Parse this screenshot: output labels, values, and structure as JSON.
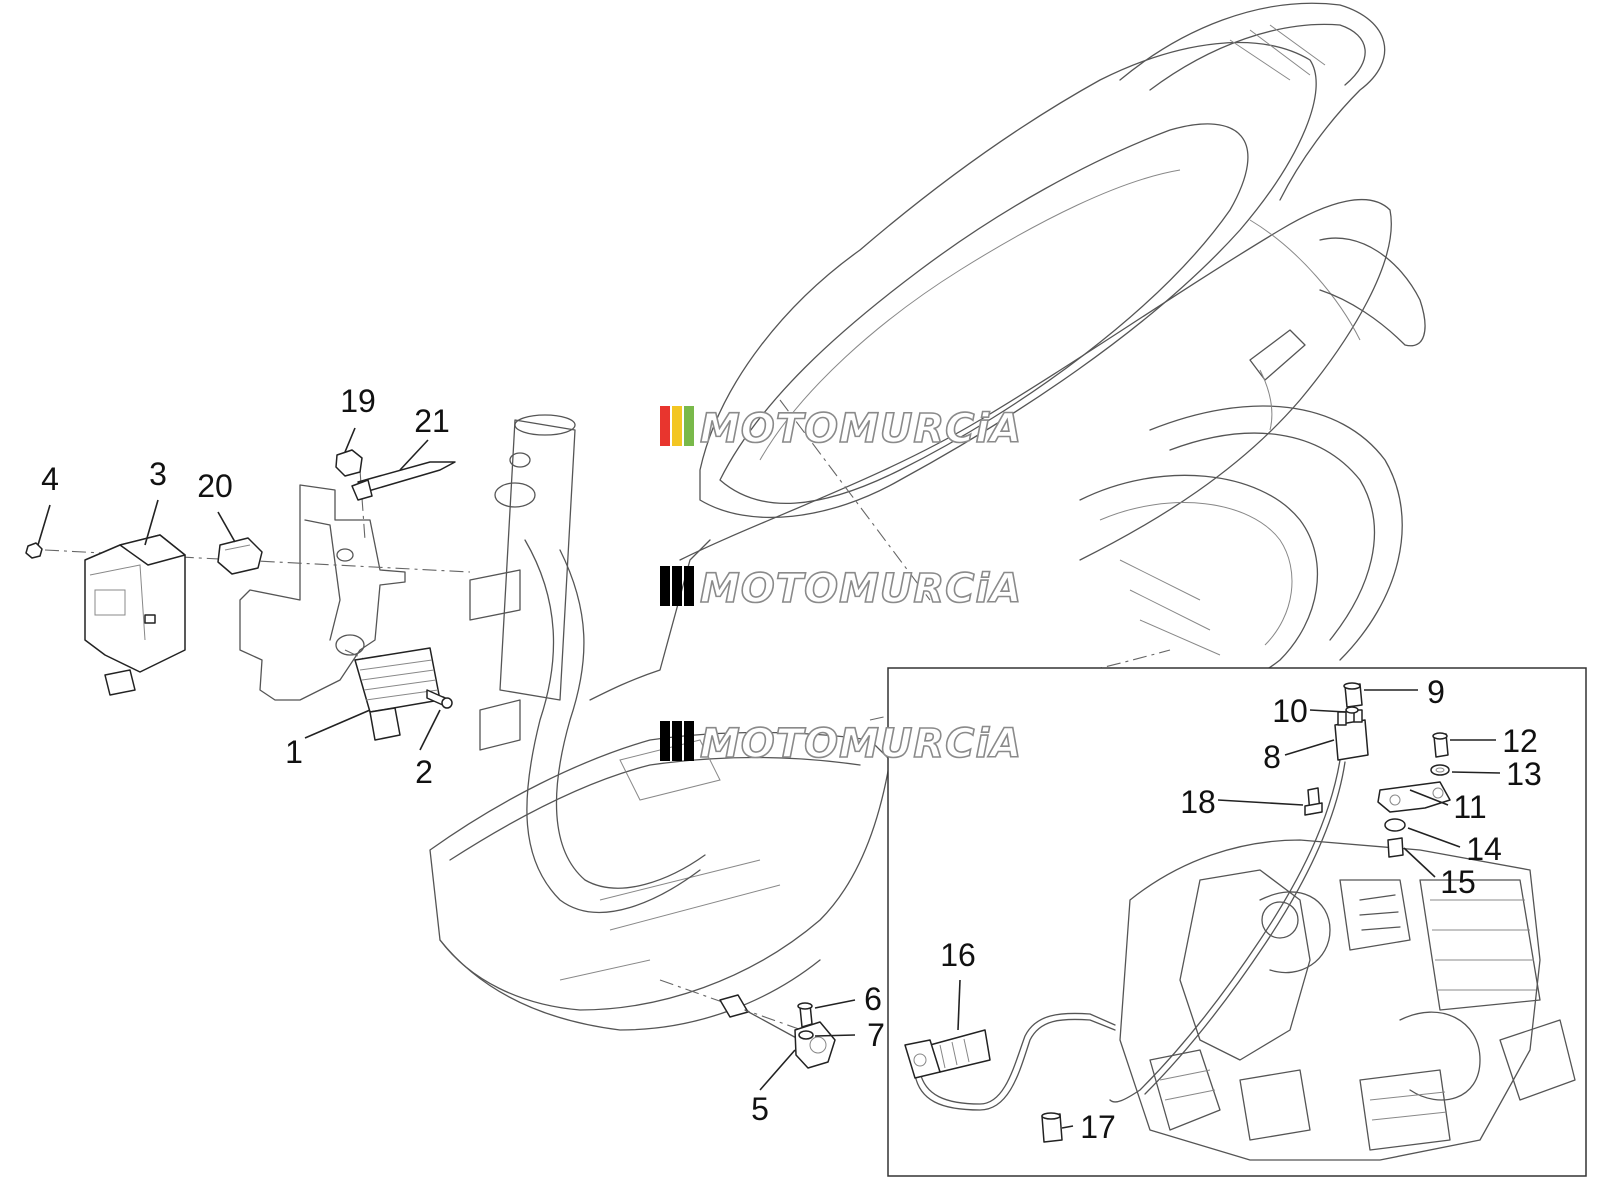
{
  "watermarks": [
    {
      "text": "MOTOMURCiA",
      "flag": [
        "#e8352e",
        "#f3c623",
        "#79b94a"
      ]
    },
    {
      "text": "MOTOMURCiA",
      "flag": [
        "#e8352e",
        "#f3c623",
        "#79b94a"
      ]
    },
    {
      "text": "MOTOMURCiA",
      "flag": [
        "#e8352e",
        "#f3c623",
        "#79b94a"
      ]
    }
  ],
  "callouts": {
    "c1": "1",
    "c2": "2",
    "c3": "3",
    "c4": "4",
    "c5": "5",
    "c6": "6",
    "c7": "7",
    "c8": "8",
    "c9": "9",
    "c10": "10",
    "c11": "11",
    "c12": "12",
    "c13": "13",
    "c14": "14",
    "c15": "15",
    "c16": "16",
    "c17": "17",
    "c18": "18",
    "c19": "19",
    "c20": "20",
    "c21": "21"
  }
}
